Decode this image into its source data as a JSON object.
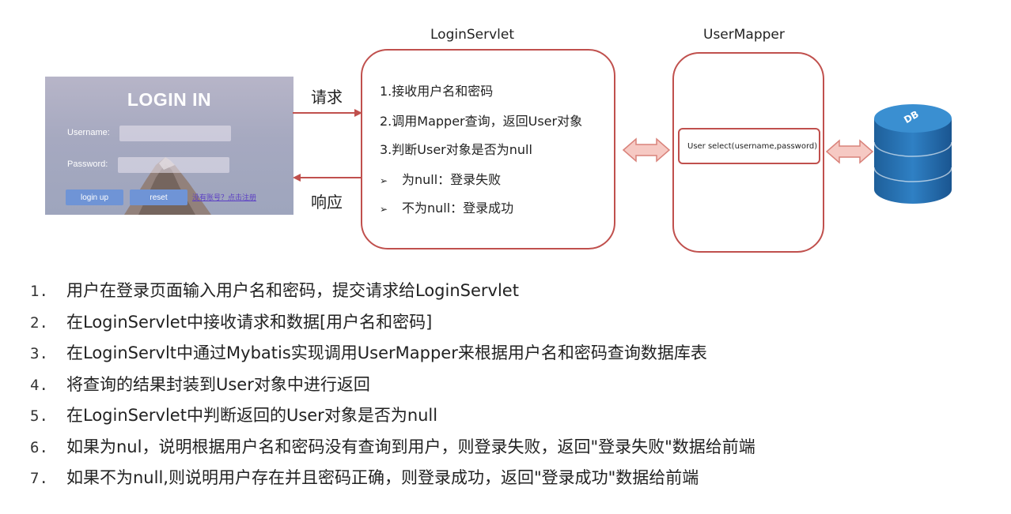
{
  "diagram": {
    "servlet_title": "LoginServlet",
    "mapper_title": "UserMapper",
    "request_label": "请求",
    "response_label": "响应",
    "servlet_steps": [
      "1.接收用户名和密码",
      "2.调用Mapper查询，返回User对象",
      "3.判断User对象是否为null"
    ],
    "servlet_substeps": [
      "为null：登录失败",
      "不为null：登录成功"
    ],
    "substep_bullet": "➢",
    "mapper_method": "User select(username,password)",
    "db_label": "DB",
    "colors": {
      "box_border": "#c0504d",
      "arrow_fill": "#f6c9c3",
      "db_blue": "#2a74b8"
    }
  },
  "login_panel": {
    "title": "LOGIN IN",
    "username_label": "Username:",
    "password_label": "Password:",
    "login_button": "login up",
    "reset_button": "reset",
    "register_link": "没有账号？点击注册"
  },
  "steps": [
    {
      "num": "1.",
      "text": "用户在登录页面输入用户名和密码，提交请求给LoginServlet"
    },
    {
      "num": "2.",
      "text": "在LoginServlet中接收请求和数据[用户名和密码]"
    },
    {
      "num": "3.",
      "text": "在LoginServlt中通过Mybatis实现调用UserMapper来根据用户名和密码查询数据库表"
    },
    {
      "num": "4.",
      "text": "将查询的结果封装到User对象中进行返回"
    },
    {
      "num": "5.",
      "text": "在LoginServlet中判断返回的User对象是否为null"
    },
    {
      "num": "6.",
      "text": "如果为nul，说明根据用户名和密码没有查询到用户，则登录失败，返回\"登录失败\"数据给前端"
    },
    {
      "num": "7.",
      "text": "如果不为null,则说明用户存在并且密码正确，则登录成功，返回\"登录成功\"数据给前端"
    }
  ]
}
